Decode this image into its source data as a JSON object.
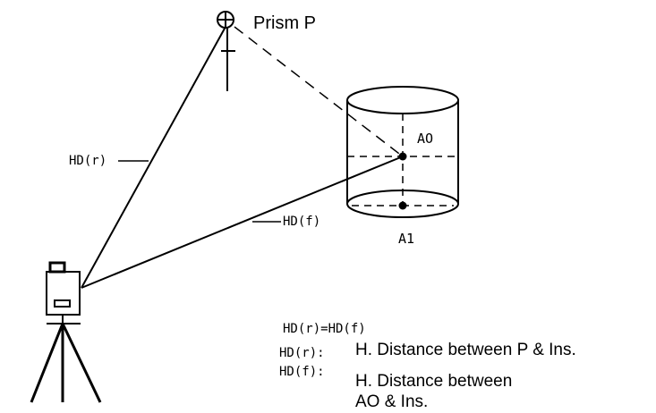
{
  "diagram": {
    "labels": {
      "prism": "Prism P",
      "ao": "AO",
      "a1": "A1",
      "hd_r": "HD(r)",
      "hd_f": "HD(f)"
    },
    "legend": {
      "equation": "HD(r)=HD(f)",
      "hd_r_key": "HD(r):",
      "hd_r_desc": "H. Distance between P & Ins.",
      "hd_f_key": "HD(f):",
      "hd_f_desc_line1": "H. Distance between",
      "hd_f_desc_line2": "AO & Ins."
    }
  },
  "colors": {
    "ink": "#000000",
    "background": "#ffffff"
  }
}
